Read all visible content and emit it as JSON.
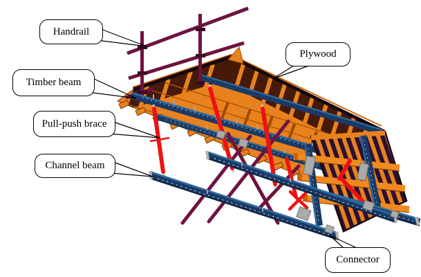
{
  "diagram": {
    "callouts": [
      {
        "id": "handrail",
        "label": "Handrail"
      },
      {
        "id": "plywood",
        "label": "Plywood"
      },
      {
        "id": "timber-beam",
        "label": "Timber beam"
      },
      {
        "id": "pull-push-brace",
        "label": "Pull-push brace"
      },
      {
        "id": "channel-beam",
        "label": "Channel beam"
      },
      {
        "id": "connector",
        "label": "Connector"
      }
    ],
    "colors": {
      "plywood_orange": "#E8821E",
      "waler_orange": "#F08A1E",
      "joist_shadow": "#451A08",
      "channel_navy": "#1B3A66",
      "channel_highlight": "#2E6DA4",
      "brace_red": "#EE1111",
      "handrail_purple": "#6E1340",
      "connector_gray": "#ABABAB",
      "edge_black": "#15070F",
      "panel_stripe_dark": "#2B1030"
    }
  }
}
